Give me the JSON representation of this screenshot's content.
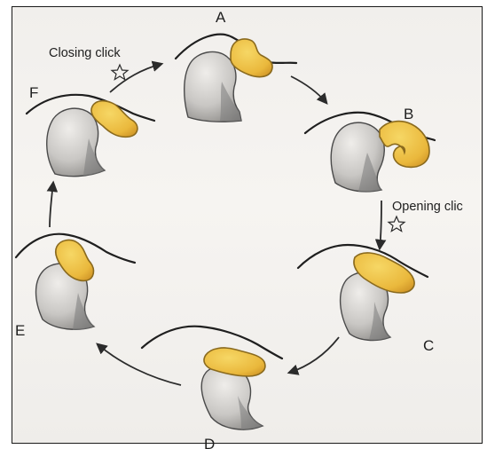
{
  "figure": {
    "stage_labels": {
      "a": "A",
      "b": "B",
      "c": "C",
      "d": "D",
      "e": "E",
      "f": "F"
    },
    "annotations": {
      "closing_click": "Closing click",
      "opening_click": "Opening clic"
    },
    "colors": {
      "bone_light": "#ebe9e6",
      "bone_dark": "#8d8b88",
      "disc_light": "#f2cf55",
      "disc_dark": "#d39a2a",
      "arrow": "#2b2b2b"
    },
    "icons": {
      "closing": "star-outline-icon",
      "opening": "star-outline-icon"
    }
  }
}
